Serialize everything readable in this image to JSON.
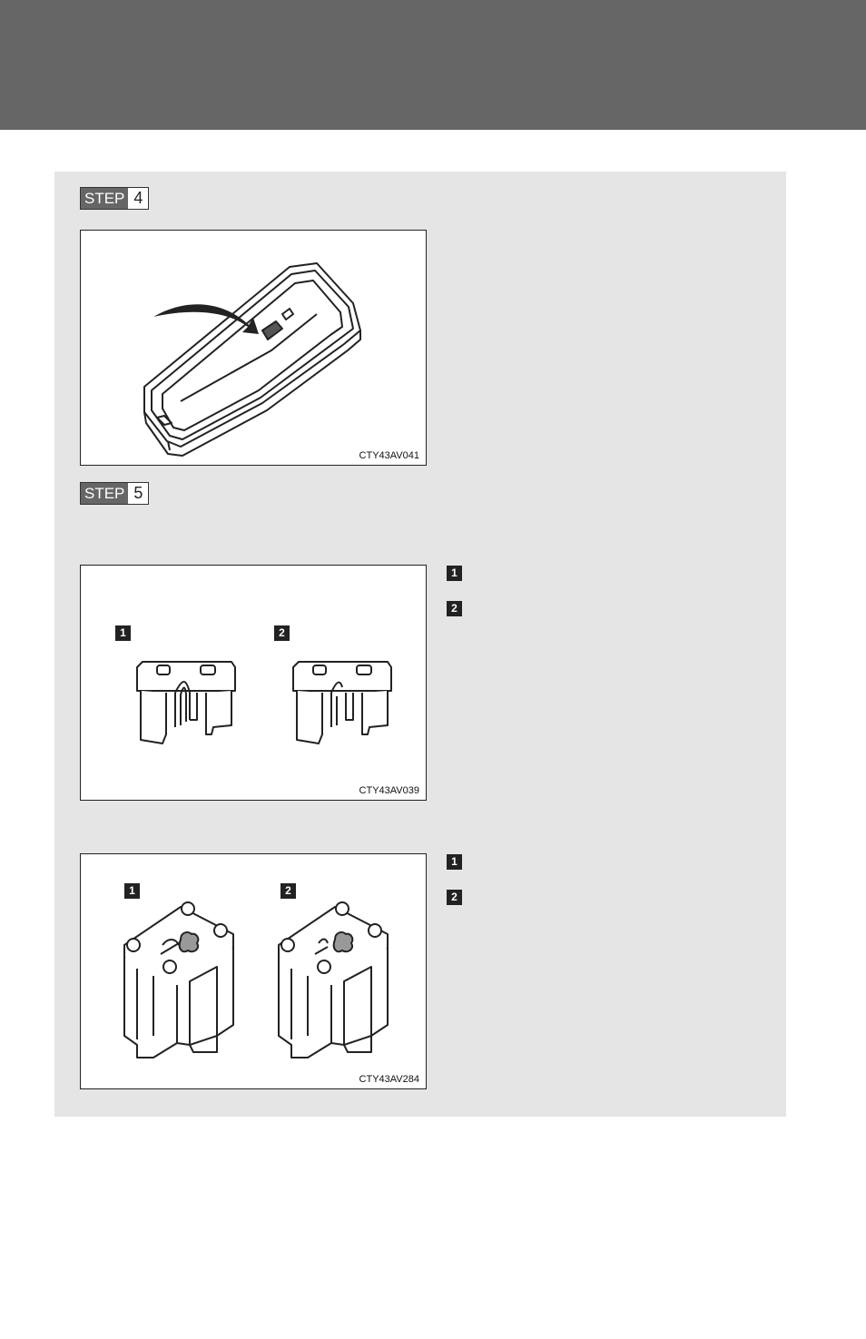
{
  "steps": [
    {
      "label": "STEP",
      "number": "4"
    },
    {
      "label": "STEP",
      "number": "5"
    }
  ],
  "figures": {
    "fuse_box_cover": {
      "code": "CTY43AV041",
      "icon": "fuse-box-cover-illustration"
    },
    "blade_fuses": {
      "code": "CTY43AV039",
      "icon": "blade-fuse-illustration",
      "labels": [
        "1",
        "2"
      ]
    },
    "cartridge_fuses": {
      "code": "CTY43AV284",
      "icon": "cartridge-fuse-illustration",
      "labels": [
        "1",
        "2"
      ]
    }
  },
  "legend_blade": [
    "1",
    "2"
  ],
  "legend_cartridge": [
    "1",
    "2"
  ],
  "colors": {
    "band": "#666666",
    "panel": "#e5e5e5",
    "badge": "#222222"
  }
}
